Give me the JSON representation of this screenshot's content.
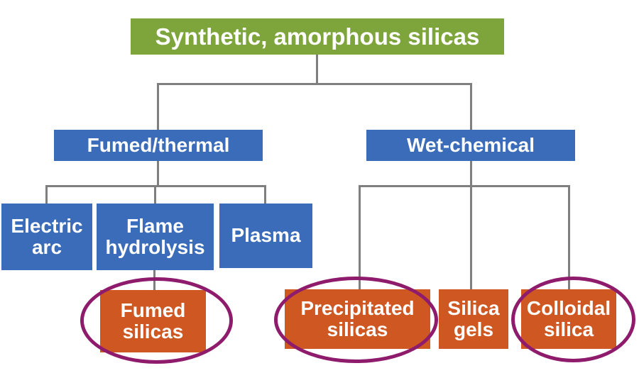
{
  "nodes": {
    "root": {
      "label": "Synthetic, amorphous silicas"
    },
    "fumed_thermal": {
      "label": "Fumed/thermal"
    },
    "wet_chemical": {
      "label": "Wet-chemical"
    },
    "electric_arc": {
      "label": "Electric arc"
    },
    "flame_hydrolysis": {
      "label": "Flame hydrolysis"
    },
    "plasma": {
      "label": "Plasma"
    },
    "fumed_silicas": {
      "label": "Fumed silicas",
      "highlighted": true
    },
    "precipitated_silicas": {
      "label": "Precipitated silicas",
      "highlighted": true
    },
    "silica_gels": {
      "label": "Silica gels",
      "highlighted": false
    },
    "colloidal_silica": {
      "label": "Colloidal silica",
      "highlighted": true
    }
  },
  "colors": {
    "root_green": "#7EA43C",
    "node_blue": "#3A6CB9",
    "node_orange": "#CE5722",
    "ellipse_purple": "#8E1B6B",
    "connector_gray": "#7F7F7F",
    "text_white": "#FFFFFF"
  }
}
